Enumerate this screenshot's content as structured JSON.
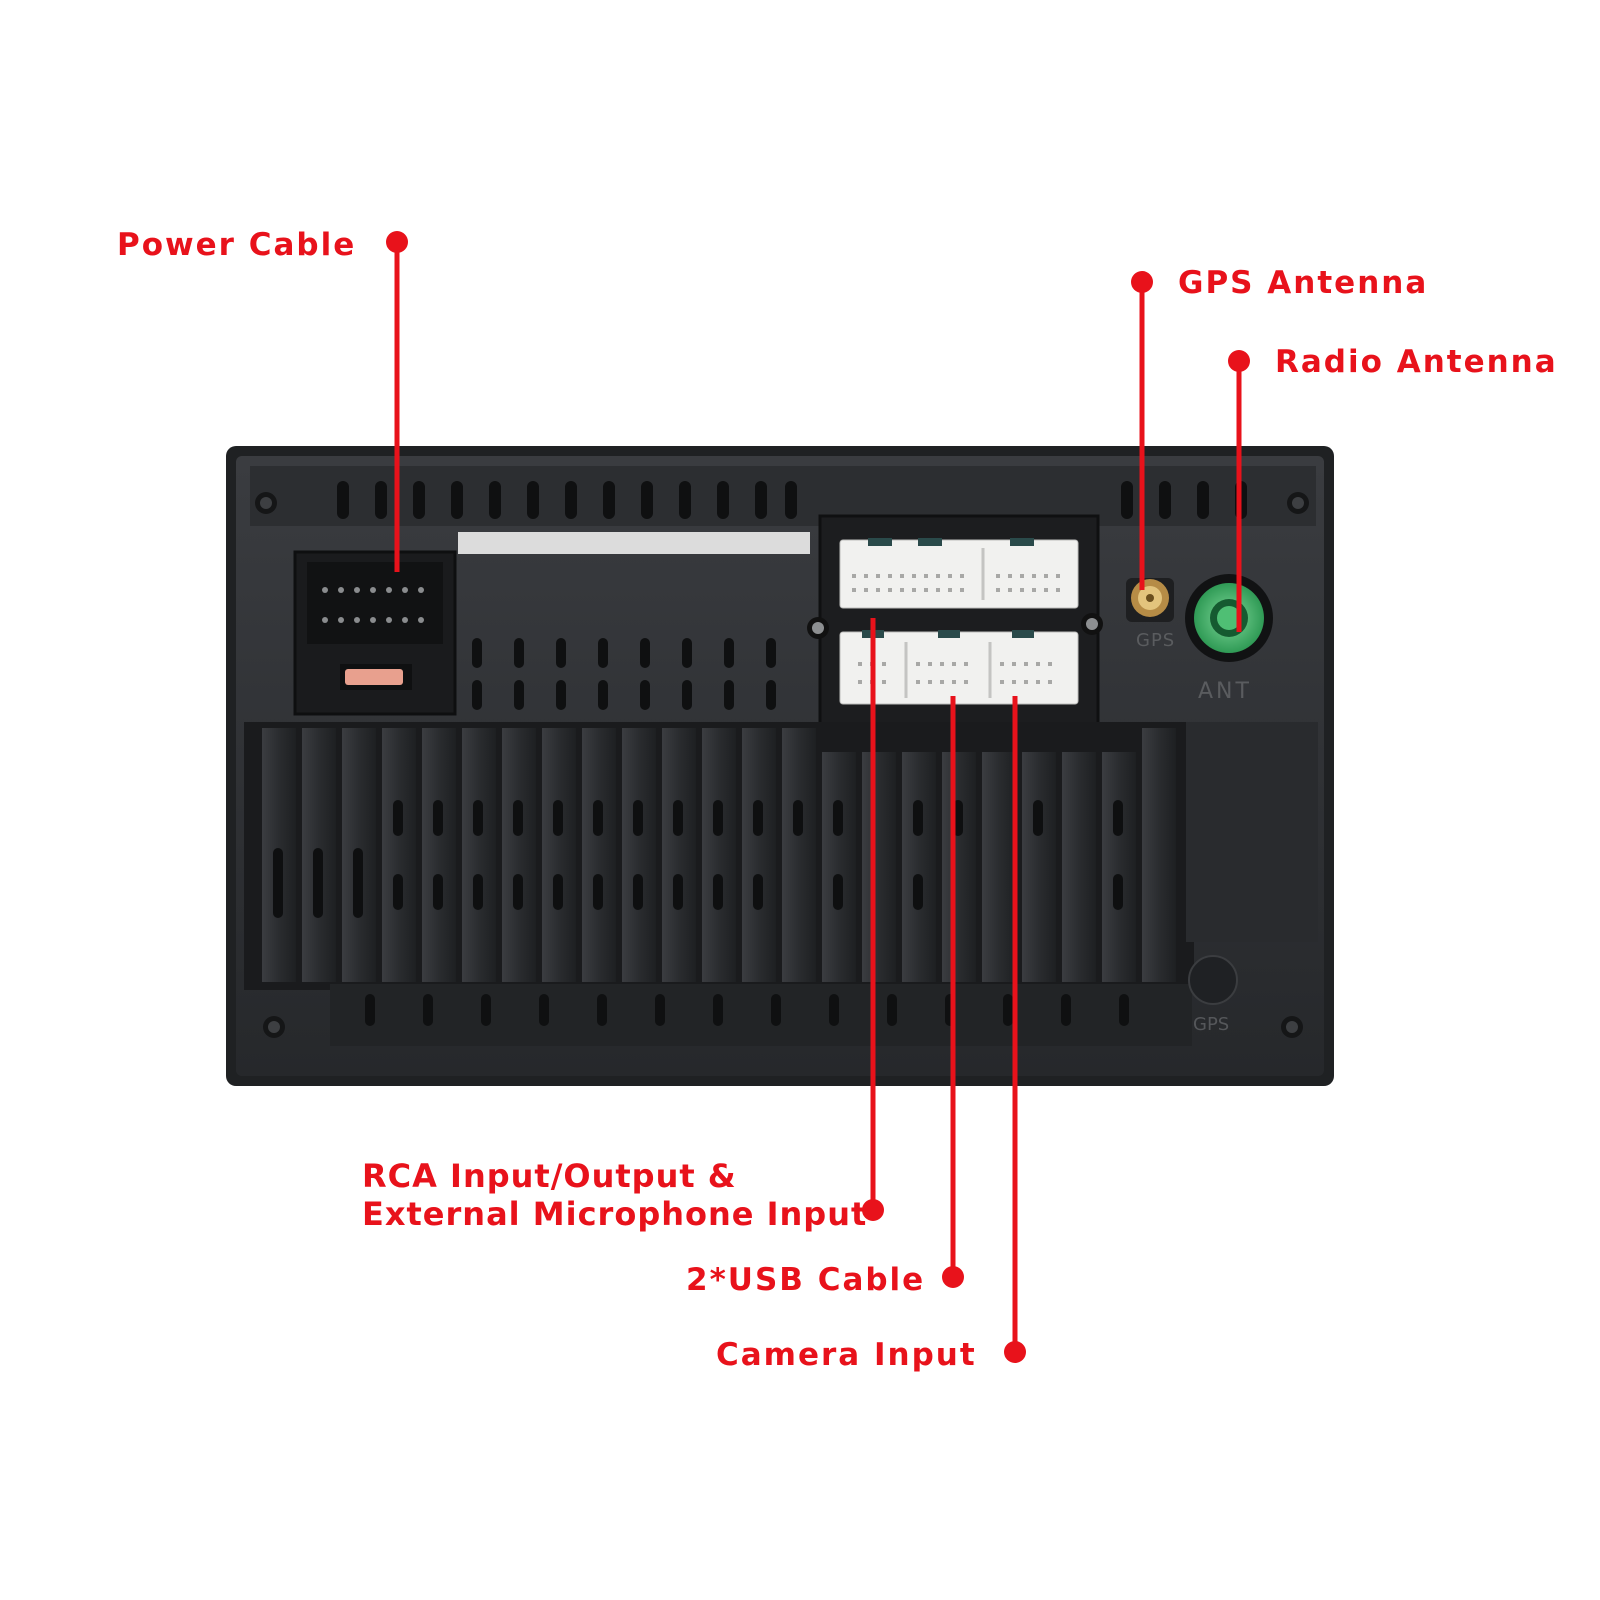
{
  "labels": {
    "power_cable": "Power Cable",
    "gps_antenna": "GPS Antenna",
    "radio_antenna": "Radio Antenna",
    "rca_line1": "RCA Input/Output &",
    "rca_line2": "External Microphone Input",
    "usb_cable": "2*USB Cable",
    "camera_input": "Camera Input"
  },
  "device_markings": {
    "gps_port": "GPS",
    "ant_port": "ANT",
    "gps_bottom": "GPS"
  },
  "colors": {
    "accent": "#e8121b",
    "housing": "#2e3033",
    "connector": "#f1f1ef",
    "radio_port": "#45b86a",
    "gps_port": "#c8a25a"
  }
}
